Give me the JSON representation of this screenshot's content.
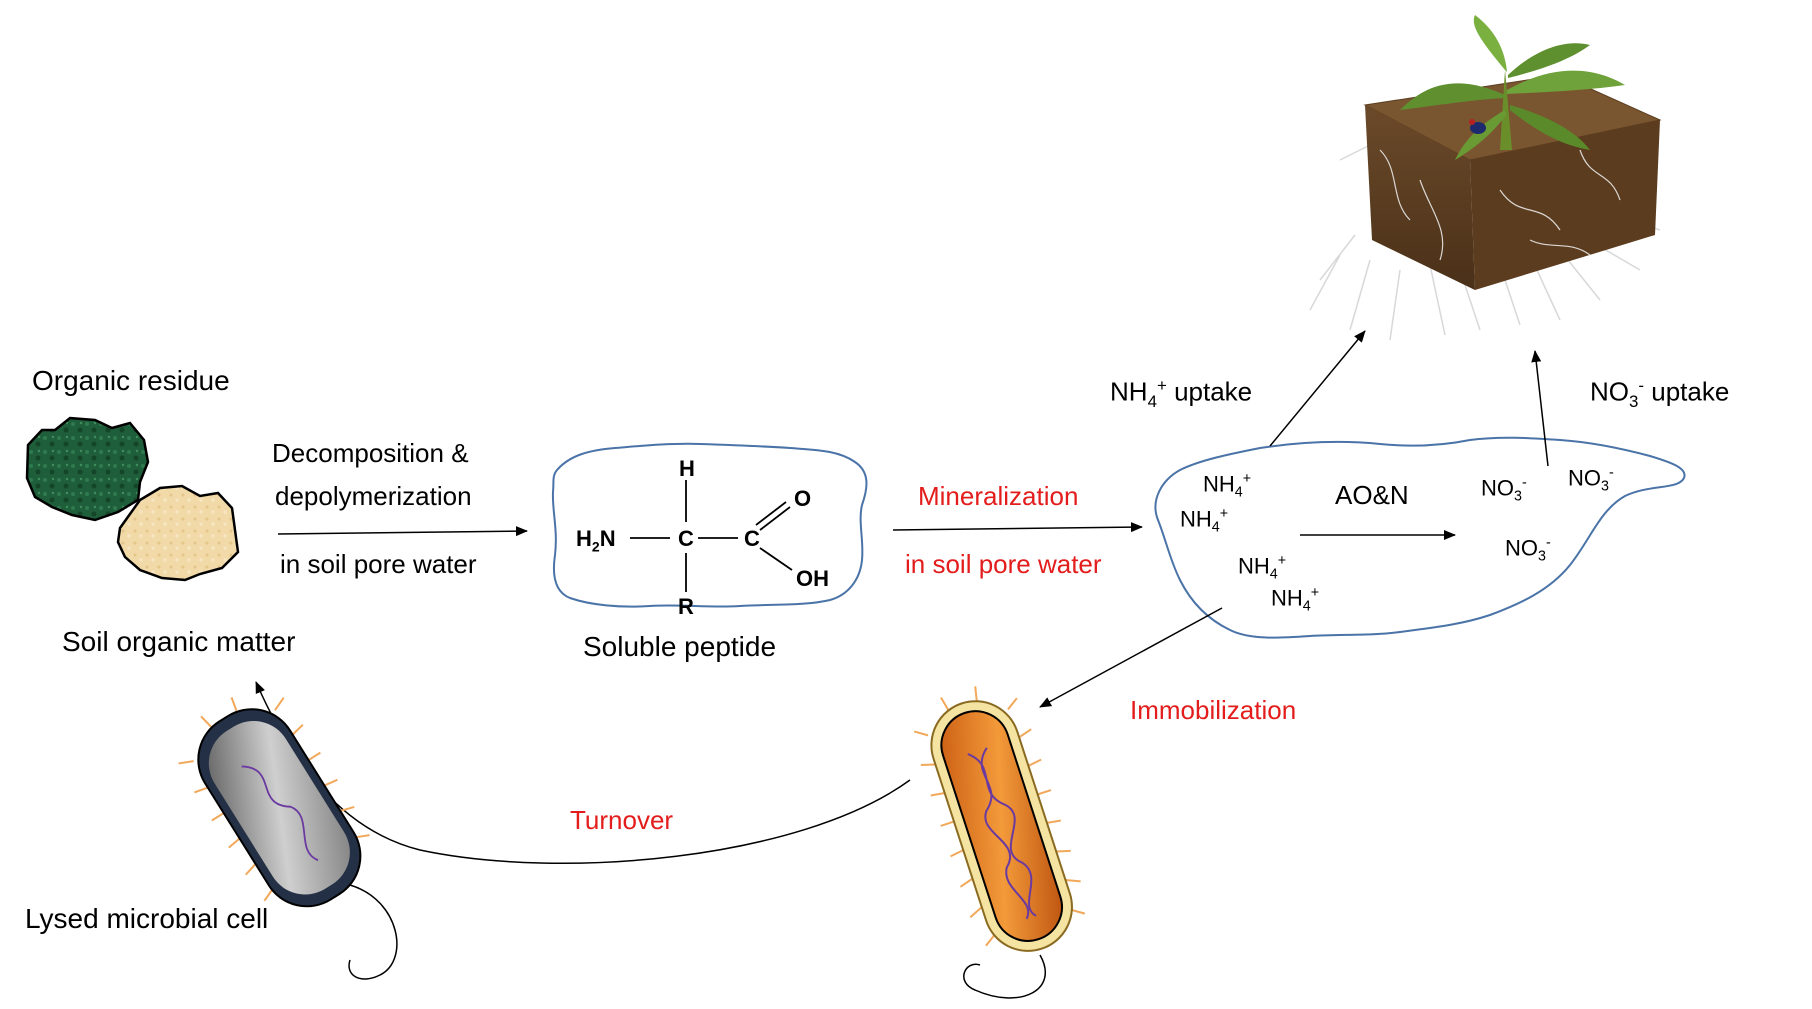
{
  "colors": {
    "process_red": "#e31c1c",
    "pore_outline": "#4a73a8",
    "arrow": "#000000"
  },
  "labels": {
    "organic_residue": "Organic residue",
    "decomposition_line1": "Decomposition &",
    "decomposition_line2": "depolymerization",
    "decomposition_line3": "in soil pore water",
    "soil_organic_matter": "Soil organic matter",
    "soluble_peptide": "Soluble peptide",
    "mineralization": "Mineralization",
    "mineralization_sub": "in soil pore water",
    "ammonium_uptake": "uptake",
    "nitrate_uptake": "uptake",
    "ao_n": "AO&N",
    "immobilization": "Immobilization",
    "turnover": "Turnover",
    "lysed_cell": "Lysed microbial cell"
  },
  "chem": {
    "nh": "NH",
    "nh_sub": "4",
    "nh_sup": "+",
    "no": "NO",
    "no_sub": "3",
    "no_sup": "-",
    "peptide": {
      "h_top": "H",
      "h2": "H",
      "h2_sub": "2",
      "n": "N",
      "c1": "C",
      "c2": "C",
      "o": "O",
      "oh": "OH",
      "r": "R"
    }
  },
  "icons": {
    "residue_dark": "green-soil-residue-icon",
    "residue_light": "tan-soil-residue-icon",
    "soil_block": "soil-plant-block-icon",
    "live_bacterium": "live-bacterium-icon",
    "lysed_bacterium": "lysed-bacterium-icon"
  }
}
